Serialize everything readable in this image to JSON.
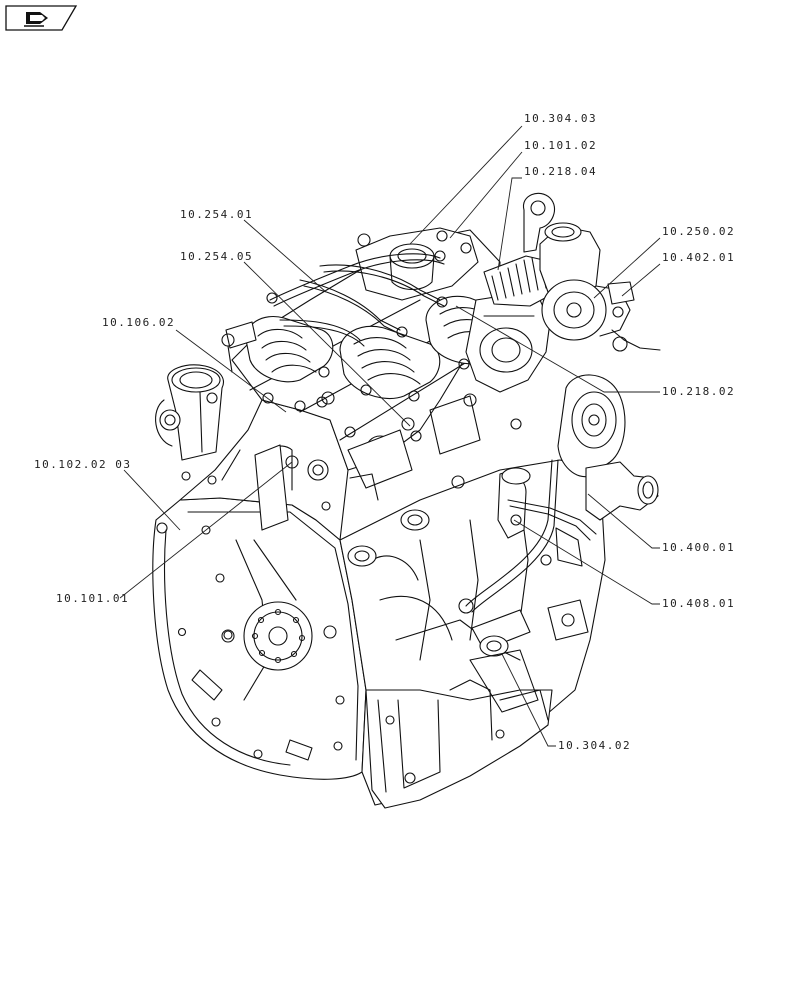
{
  "nav": {
    "icon": "book-arrow-icon"
  },
  "callouts": {
    "c_10_304_03": "10.304.03",
    "c_10_101_02": "10.101.02",
    "c_10_218_04": "10.218.04",
    "c_10_254_01": "10.254.01",
    "c_10_254_05": "10.254.05",
    "c_10_250_02": "10.250.02",
    "c_10_402_01": "10.402.01",
    "c_10_106_02": "10.106.02",
    "c_10_218_02": "10.218.02",
    "c_10_102_02_03": "10.102.02 03",
    "c_10_400_01": "10.400.01",
    "c_10_101_01": "10.101.01",
    "c_10_408_01": "10.408.01",
    "c_10_304_02": "10.304.02"
  }
}
